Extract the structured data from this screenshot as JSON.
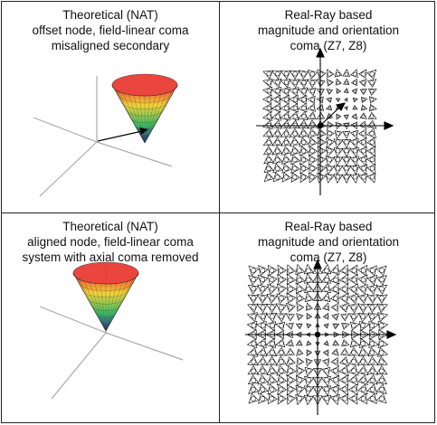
{
  "panels": {
    "top_left": {
      "lines": [
        "Theoretical (NAT)",
        "offset node, field-linear coma",
        "misaligned secondary"
      ]
    },
    "top_right": {
      "lines": [
        "Real-Ray based",
        "magnitude and orientation",
        "coma (Z7, Z8)"
      ]
    },
    "bottom_left": {
      "lines": [
        "Theoretical (NAT)",
        "aligned node, field-linear coma",
        "system with axial coma removed"
      ]
    },
    "bottom_right": {
      "lines": [
        "Real-Ray based",
        "magnitude and orientation",
        "coma (Z7, Z8)"
      ]
    }
  },
  "colors": {
    "border": "#222222",
    "cone_top": "#e8322a",
    "cone_mid": "#f2d23a",
    "cone_lower": "#3cc06a",
    "cone_bottom": "#3a3aa8",
    "axis_gray": "#a9a9a9"
  }
}
